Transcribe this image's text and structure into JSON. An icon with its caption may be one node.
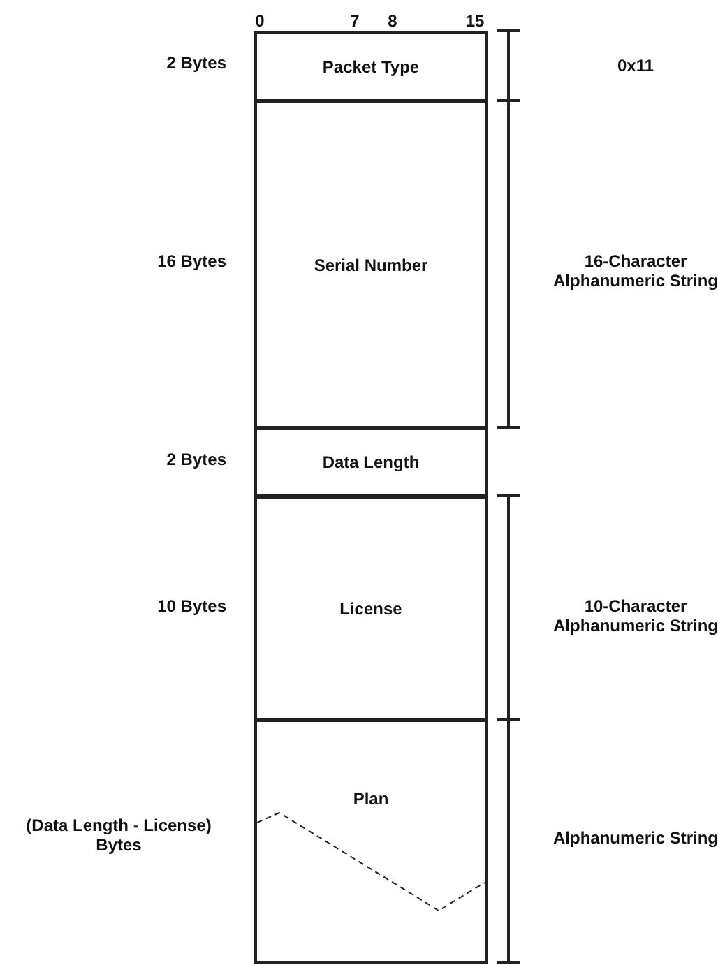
{
  "diagram": {
    "nodes": [
      {
        "text": [
          "Packet Type"
        ],
        "beside": [
          "2 Bytes"
        ]
      },
      {
        "text": [
          "Serial Number"
        ],
        "beside": [
          "16 Bytes"
        ]
      },
      {
        "text": [
          "Data Length"
        ],
        "beside": [
          "2 Bytes"
        ]
      },
      {
        "text": [
          "License"
        ],
        "beside": [
          "10 Bytes"
        ]
      },
      {
        "text": [
          "Plan"
        ],
        "beside": [
          "(Data Length - License) Bytes"
        ]
      }
    ],
    "edges": [],
    "labels": [
      "0",
      "7",
      "8",
      "15",
      "0x11",
      "16-Character Alphanumeric String",
      "10-Character Alphanumeric String",
      "Alphanumeric String"
    ]
  }
}
